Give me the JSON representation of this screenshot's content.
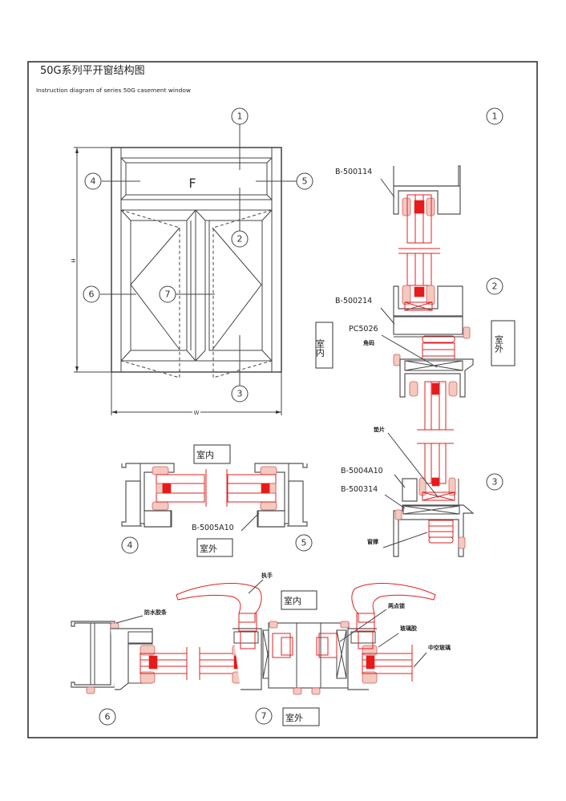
{
  "header": {
    "title_cn": "50G系列平开窗结构图",
    "title_en": "Instruction diagram of series 50G casement window"
  },
  "elevation": {
    "fixed_pane_label": "F",
    "height_label": "H",
    "width_label": "W",
    "callouts": [
      "1",
      "2",
      "3",
      "4",
      "5",
      "6",
      "7"
    ]
  },
  "section_1_2_3": {
    "callouts": [
      "1",
      "2",
      "3"
    ],
    "parts": {
      "top_frame": "B-500114",
      "mullion": "B-500214",
      "corner_code": "PC5026",
      "corner_cn": "角码",
      "shim_cn": "垫片",
      "sash": "B-5004A10",
      "bottom_frame": "B-500314",
      "drain_cn": "窗撑"
    },
    "indoor": "室内",
    "outdoor": "室外"
  },
  "section_4_5": {
    "callouts": [
      "4",
      "5"
    ],
    "part": "B-5005A10",
    "indoor": "室内",
    "outdoor": "室外"
  },
  "section_6_7": {
    "callouts": [
      "6",
      "7"
    ],
    "handle_cn": "执手",
    "waterproof_strip_cn": "防水胶条",
    "two_point_lock_cn": "两点锁",
    "glass_glue_cn": "玻璃胶",
    "insulating_glass_cn": "中空玻璃",
    "indoor": "室内",
    "outdoor": "室外"
  },
  "colors": {
    "line": "#444444",
    "glass_red": "#e02020",
    "seal_fill": "#f3c9c0"
  }
}
